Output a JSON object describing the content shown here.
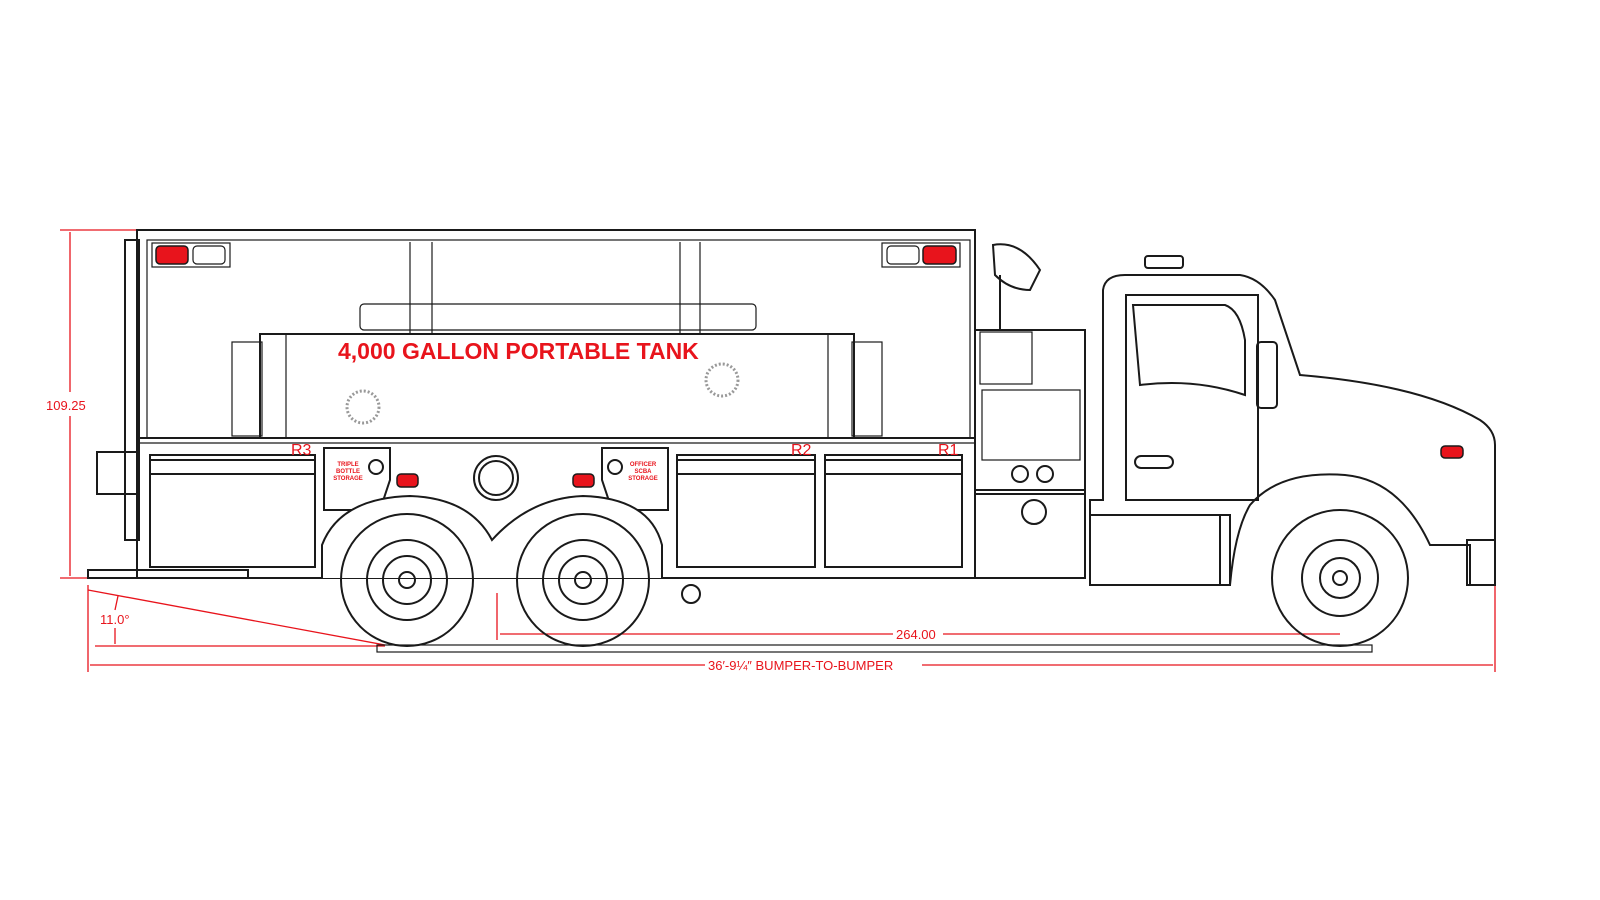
{
  "tank_label": "4,000 GALLON PORTABLE TANK",
  "compartments": [
    {
      "id": "R3"
    },
    {
      "id": "R2"
    },
    {
      "id": "R1"
    }
  ],
  "storage_labels": {
    "triple_bottle": [
      "TRIPLE",
      "BOTTLE",
      "STORAGE"
    ],
    "officer_scba": [
      "OFFICER",
      "SCBA",
      "STORAGE"
    ]
  },
  "dimensions": {
    "height": "109.25",
    "departure_angle": "11.0°",
    "wheelbase": "264.00",
    "overall_length": "36′-9¼″ BUMPER-TO-BUMPER"
  },
  "colors": {
    "accent": "#e8141c",
    "line": "#1a1a1a"
  }
}
